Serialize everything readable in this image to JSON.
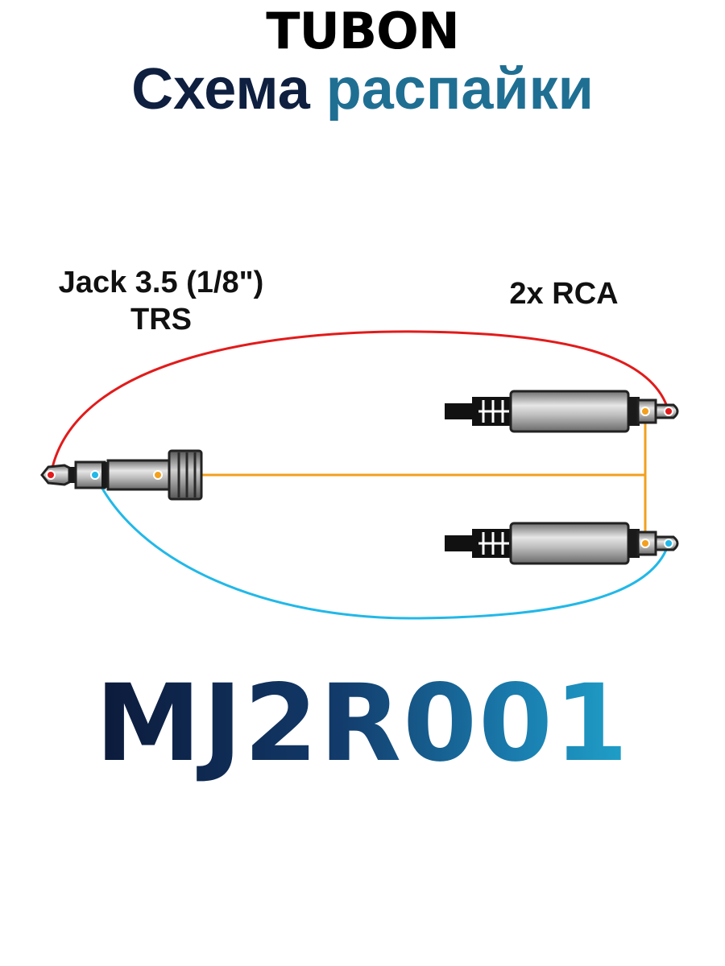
{
  "header": {
    "brand": "TUBON",
    "title_part1": "Схема",
    "title_part2": "распайки"
  },
  "labels": {
    "jack_line1": "Jack 3.5 (1/8\")",
    "jack_line2": "TRS",
    "rca": "2x RCA"
  },
  "model": "MJ2R001",
  "colors": {
    "left_channel": "#e21b1b",
    "right_channel": "#22b8e8",
    "ground": "#f2a01e",
    "title_dark": "#0e1f3f",
    "title_accent": "#1f6f93"
  }
}
